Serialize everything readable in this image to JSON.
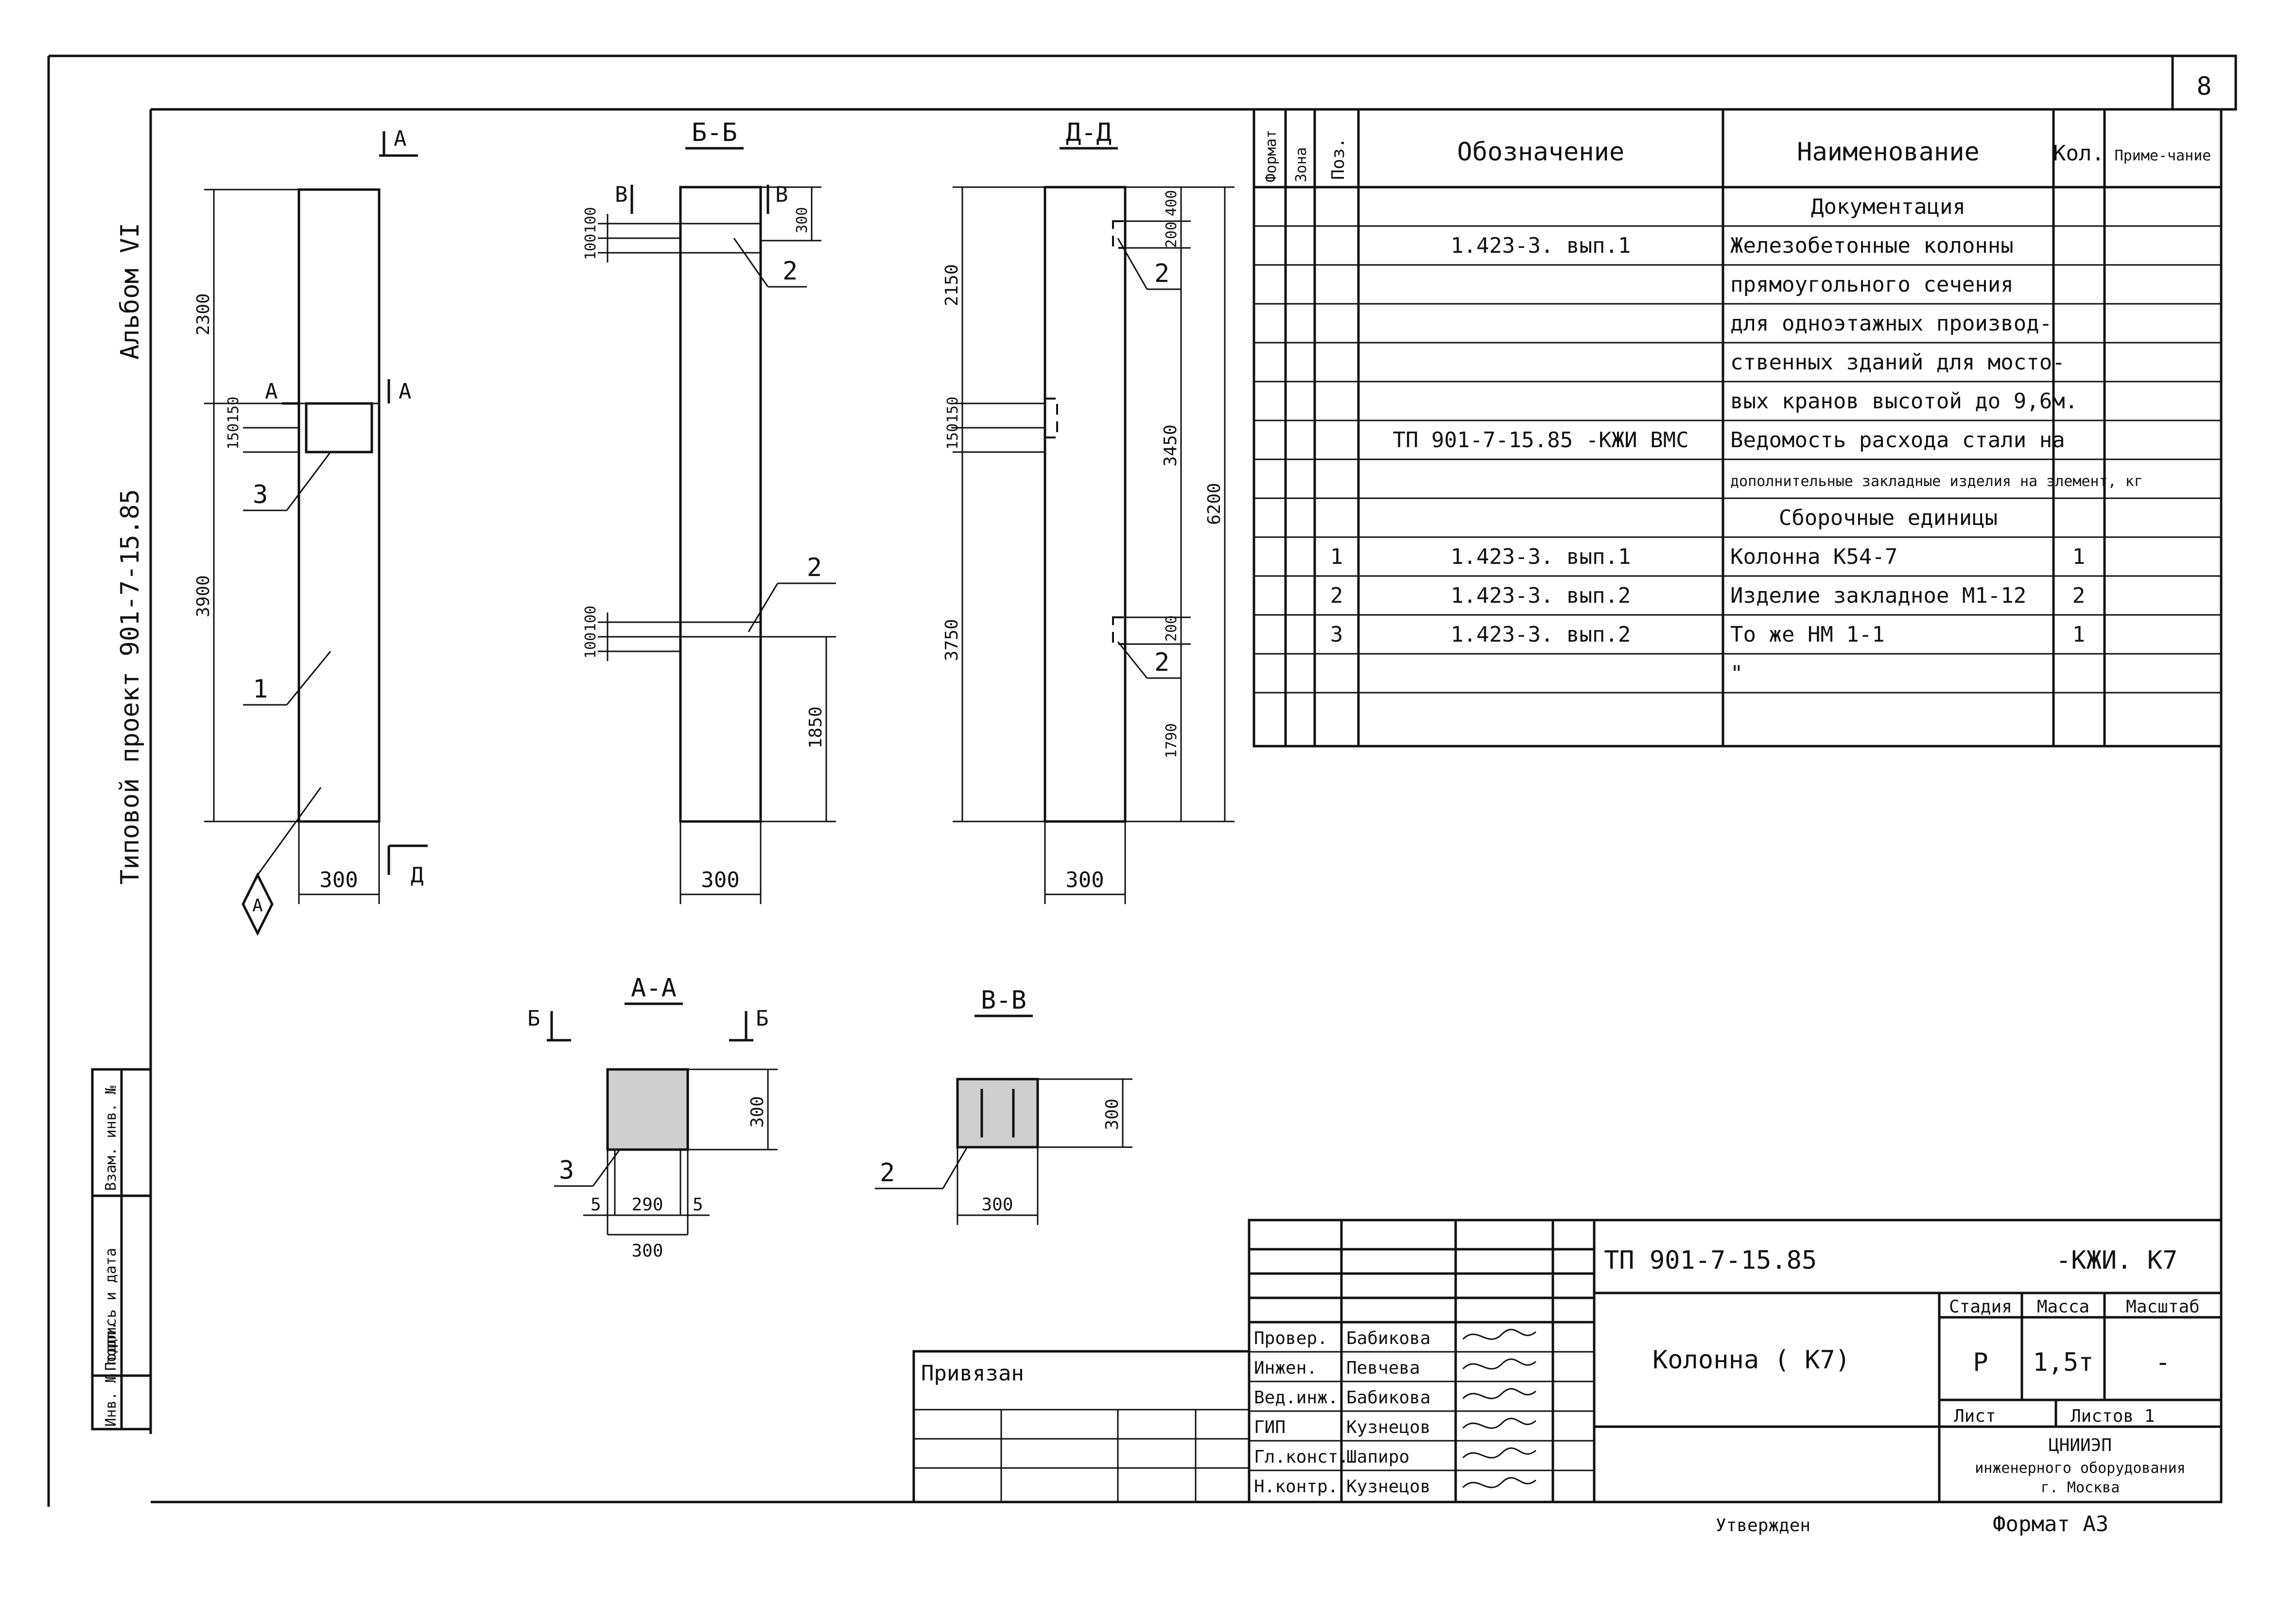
{
  "sheet": {
    "number": "8",
    "album_label": "Альбом VI",
    "project_label": "Типовой проект 901-7-15.85",
    "format": "Формат А3",
    "approved_mark": "Утвержден",
    "binding_label": "Привязан",
    "side_stamp": [
      "Инв. № подл.",
      "Подпись и дата",
      "Взам. инв. №"
    ]
  },
  "views": {
    "front": {
      "section_mark_top": "А",
      "dims_vertical": [
        "2300",
        "150",
        "150",
        "3900"
      ],
      "dim_width": "300",
      "mark_a_left": "А",
      "mark_a_right": "А",
      "mark_d": "Д",
      "callouts": [
        "3",
        "1"
      ],
      "node_label": "А"
    },
    "section_bb": {
      "title": "Б-Б",
      "dims": [
        "100",
        "100",
        "300",
        "100",
        "100",
        "1850",
        "300"
      ],
      "mark_v_left": "В",
      "mark_v_right": "В",
      "callouts": [
        "2",
        "2"
      ]
    },
    "section_dd": {
      "title": "Д-Д",
      "dims_left": [
        "2150",
        "150",
        "150",
        "3750"
      ],
      "dims_right": [
        "200",
        "400",
        "3450",
        "6200",
        "200",
        "1790"
      ],
      "dim_width": "300",
      "callouts": [
        "2",
        "2"
      ]
    },
    "section_aa": {
      "title": "А-А",
      "mark_b_left": "Б",
      "mark_b_right": "Б",
      "dims": [
        "300",
        "5",
        "290",
        "5",
        "300"
      ],
      "callout": "3"
    },
    "section_vv": {
      "title": "В-В",
      "dims": [
        "300",
        "300"
      ],
      "callout": "2"
    }
  },
  "spec_table": {
    "headers": [
      "Формат",
      "Зона",
      "Поз.",
      "Обозначение",
      "Наименование",
      "Кол.",
      "Приме-чание"
    ],
    "rows": [
      {
        "pos": "",
        "code": "",
        "name": "Документация",
        "qty": "",
        "section": true
      },
      {
        "pos": "",
        "code": "1.423-3. вып.1",
        "name": "Железобетонные колонны",
        "qty": ""
      },
      {
        "pos": "",
        "code": "",
        "name": "прямоугольного сечения",
        "qty": ""
      },
      {
        "pos": "",
        "code": "",
        "name": "для одноэтажных производ-",
        "qty": ""
      },
      {
        "pos": "",
        "code": "",
        "name": "ственных зданий для мосто-",
        "qty": ""
      },
      {
        "pos": "",
        "code": "",
        "name": "вых кранов высотой до 9,6м.",
        "qty": ""
      },
      {
        "pos": "",
        "code": "ТП 901-7-15.85 -КЖИ ВМС",
        "name": "Ведомость расхода стали на",
        "qty": ""
      },
      {
        "pos": "",
        "code": "",
        "name": "дополнительные закладные изделия на элемент, кг",
        "qty": "",
        "small": true
      },
      {
        "pos": "",
        "code": "",
        "name": "Сборочные единицы",
        "qty": "",
        "section": true
      },
      {
        "pos": "1",
        "code": "1.423-3. вып.1",
        "name": "Колонна          К54-7",
        "qty": "1"
      },
      {
        "pos": "2",
        "code": "1.423-3. вып.2",
        "name": "Изделие закладное  М1-12",
        "qty": "2"
      },
      {
        "pos": "3",
        "code": "1.423-3. вып.2",
        "name": "То же          НМ 1-1",
        "qty": "1"
      },
      {
        "pos": "",
        "code": "",
        "name": "\"",
        "qty": ""
      },
      {
        "pos": "",
        "code": "",
        "name": "",
        "qty": ""
      }
    ]
  },
  "title_block": {
    "document_code": "ТП 901-7-15.85",
    "document_suffix": "-КЖИ. К7",
    "title": "Колонна ( К7)",
    "stage_header": "Стадия",
    "mass_header": "Масса",
    "scale_header": "Масштаб",
    "stage": "Р",
    "mass": "1,5т",
    "scale": "-",
    "sheet_label": "Лист",
    "sheets_label": "Листов 1",
    "org_lines": [
      "ЦНИИЭП",
      "инженерного оборудования",
      "г. Москва"
    ],
    "people": [
      {
        "role": "Провер.",
        "name": "Бабикова"
      },
      {
        "role": "Инжен.",
        "name": "Певчева"
      },
      {
        "role": "Вед.инж.",
        "name": "Бабикова"
      },
      {
        "role": "ГИП",
        "name": "Кузнецов"
      },
      {
        "role": "Гл.конст.",
        "name": "Шапиро"
      },
      {
        "role": "Н.контр.",
        "name": "Кузнецов"
      }
    ]
  }
}
